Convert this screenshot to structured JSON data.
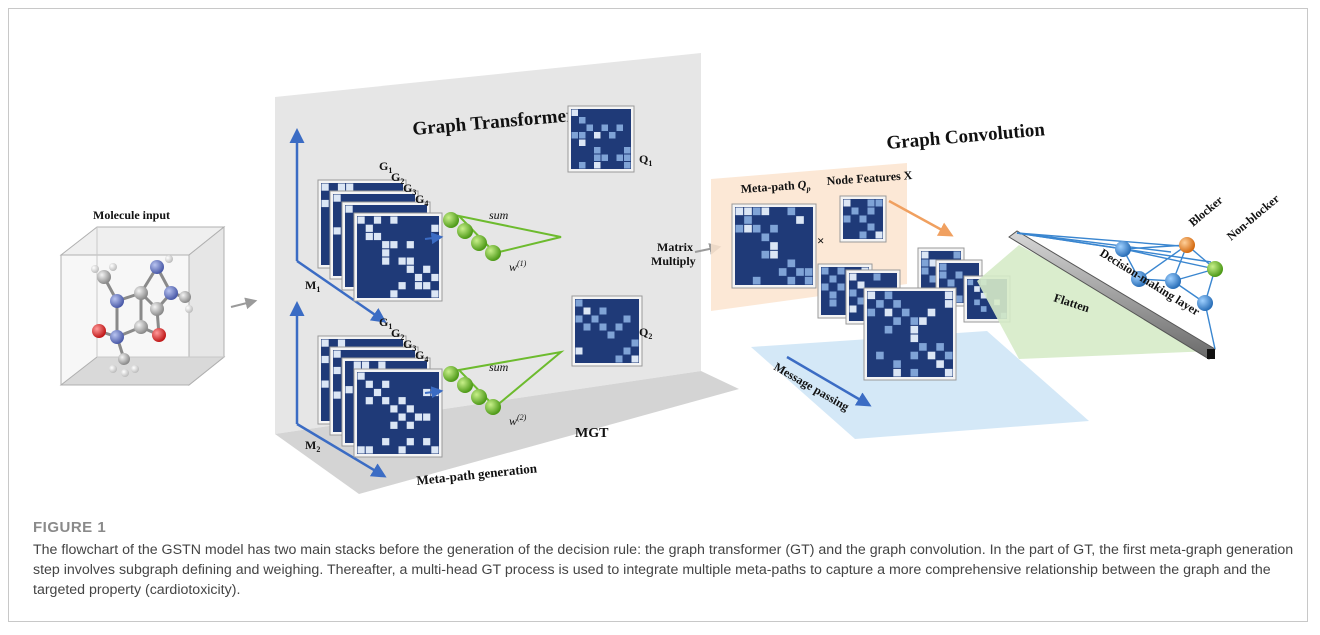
{
  "diagram": {
    "molecule_label": "Molecule input",
    "gt_title": "Graph Transformer",
    "gc_title": "Graph Convolution",
    "g_labels": [
      "G1",
      "G2",
      "G3",
      "G4"
    ],
    "m_labels": [
      "M1",
      "M2"
    ],
    "sum_label": "sum",
    "w_labels": [
      "w(1)",
      "w(2)"
    ],
    "q_labels": [
      "Q1",
      "Q2"
    ],
    "matrix_multiply": [
      "Matrix",
      "Multiply"
    ],
    "meta_path_label": "Meta-path Qp",
    "node_features_label": "Node Features X",
    "times_sign": "×",
    "mgt_label": "MGT",
    "meta_path_generation": "Meta-path generation",
    "message_passing": "Message passing",
    "flatten_label": "Flatten",
    "blocker_label": "Blocker",
    "non_blocker_label": "Non-blocker",
    "decision_layer_label": "Decision-making layer"
  },
  "caption": {
    "figure_label": "FIGURE 1",
    "text": "The flowchart of the GSTN model has two main stacks before the generation of the decision rule: the graph transformer (GT) and the graph convolution. In the part of GT, the first meta-graph generation step involves subgraph defining and weighing. Thereafter, a multi-head GT process is used to integrate multiple meta-paths to capture a more comprehensive relationship between the graph and the targeted property (cardiotoxicity)."
  },
  "colors": {
    "matrix_dark": "#1f3a78",
    "matrix_light": "#dbe6f5",
    "matrix_mid": "#7fa3d6",
    "axis_blue": "#3b6cc4",
    "node_green": "#6dbb2e",
    "node_blue": "#3a86d0",
    "node_orange": "#f08a30",
    "panel_gray": "#e3e3e3",
    "panel_orange": "#fbe7d6",
    "plane_blue": "#cfe6f6",
    "flatten_green": "#d6ebc8"
  }
}
